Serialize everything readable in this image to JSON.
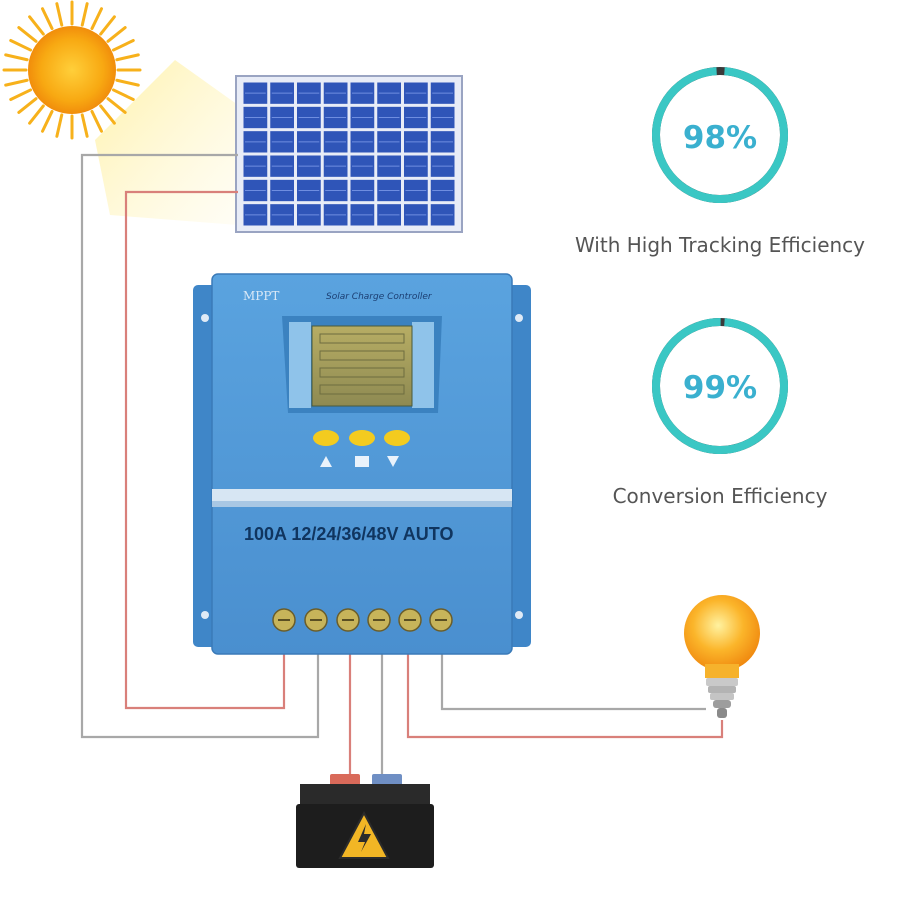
{
  "controller": {
    "brand": "MPPT",
    "model_text": "Solar Charge Controller",
    "rating": "100A 12/24/36/48V AUTO"
  },
  "stats": [
    {
      "value": "98%",
      "fraction": 0.98,
      "caption": "With High Tracking Efficiency"
    },
    {
      "value": "99%",
      "fraction": 0.99,
      "caption": "Conversion Efficiency"
    }
  ],
  "colors": {
    "ring": "#3ac7c4",
    "percent_text": "#3ab0cf",
    "controller_body": "#4f97d6",
    "wire_positive": "#d9807a",
    "wire_negative": "#a8a8a8",
    "panel_cell": "#2f55b8",
    "sun": "#f6a414"
  },
  "icons": {
    "sun": "sun-icon",
    "solar_panel": "solar-panel-icon",
    "bulb": "light-bulb-icon",
    "battery": "battery-icon",
    "warning": "warning-icon"
  }
}
